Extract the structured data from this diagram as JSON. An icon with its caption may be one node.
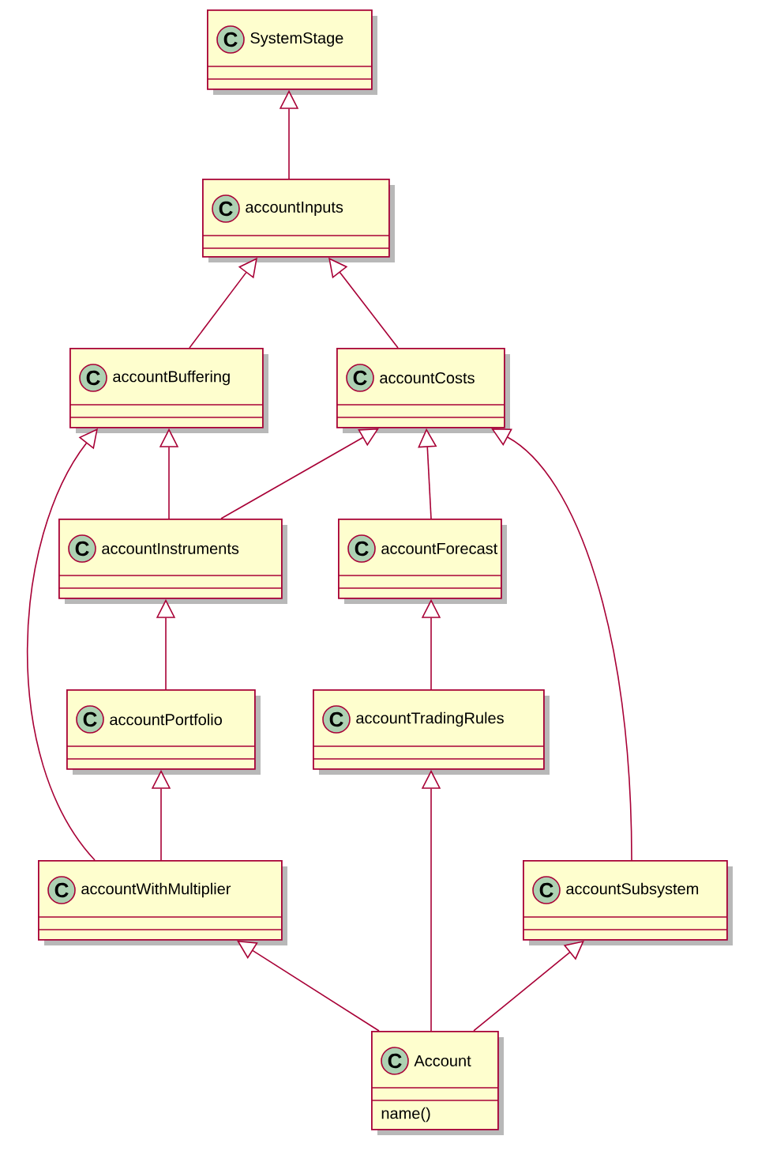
{
  "diagram": {
    "nodes": [
      {
        "text": [
          "C",
          "SystemStage"
        ]
      },
      {
        "text": [
          "C",
          "accountInputs"
        ]
      },
      {
        "text": [
          "C",
          "accountBuffering"
        ]
      },
      {
        "text": [
          "C",
          "accountCosts"
        ]
      },
      {
        "text": [
          "C",
          "accountInstruments"
        ]
      },
      {
        "text": [
          "C",
          "accountForecast"
        ]
      },
      {
        "text": [
          "C",
          "accountPortfolio"
        ]
      },
      {
        "text": [
          "C",
          "accountTradingRules"
        ]
      },
      {
        "text": [
          "C",
          "accountWithMultiplier"
        ]
      },
      {
        "text": [
          "C",
          "accountSubsystem"
        ]
      },
      {
        "text": [
          "C",
          "Account",
          "name()"
        ]
      }
    ],
    "edges": [
      {
        "from": 1,
        "to": 0,
        "arrow": "to"
      },
      {
        "from": 2,
        "to": 1,
        "arrow": "to"
      },
      {
        "from": 3,
        "to": 1,
        "arrow": "to"
      },
      {
        "from": 4,
        "to": 2,
        "arrow": "to"
      },
      {
        "from": 4,
        "to": 3,
        "arrow": "to"
      },
      {
        "from": 5,
        "to": 3,
        "arrow": "to"
      },
      {
        "from": 9,
        "to": 3,
        "arrow": "to"
      },
      {
        "from": 8,
        "to": 2,
        "arrow": "to"
      },
      {
        "from": 6,
        "to": 4,
        "arrow": "to"
      },
      {
        "from": 7,
        "to": 5,
        "arrow": "to"
      },
      {
        "from": 8,
        "to": 6,
        "arrow": "to"
      },
      {
        "from": 10,
        "to": 7,
        "arrow": "to"
      },
      {
        "from": 10,
        "to": 8,
        "arrow": "to"
      },
      {
        "from": 10,
        "to": 9,
        "arrow": "to"
      }
    ]
  }
}
